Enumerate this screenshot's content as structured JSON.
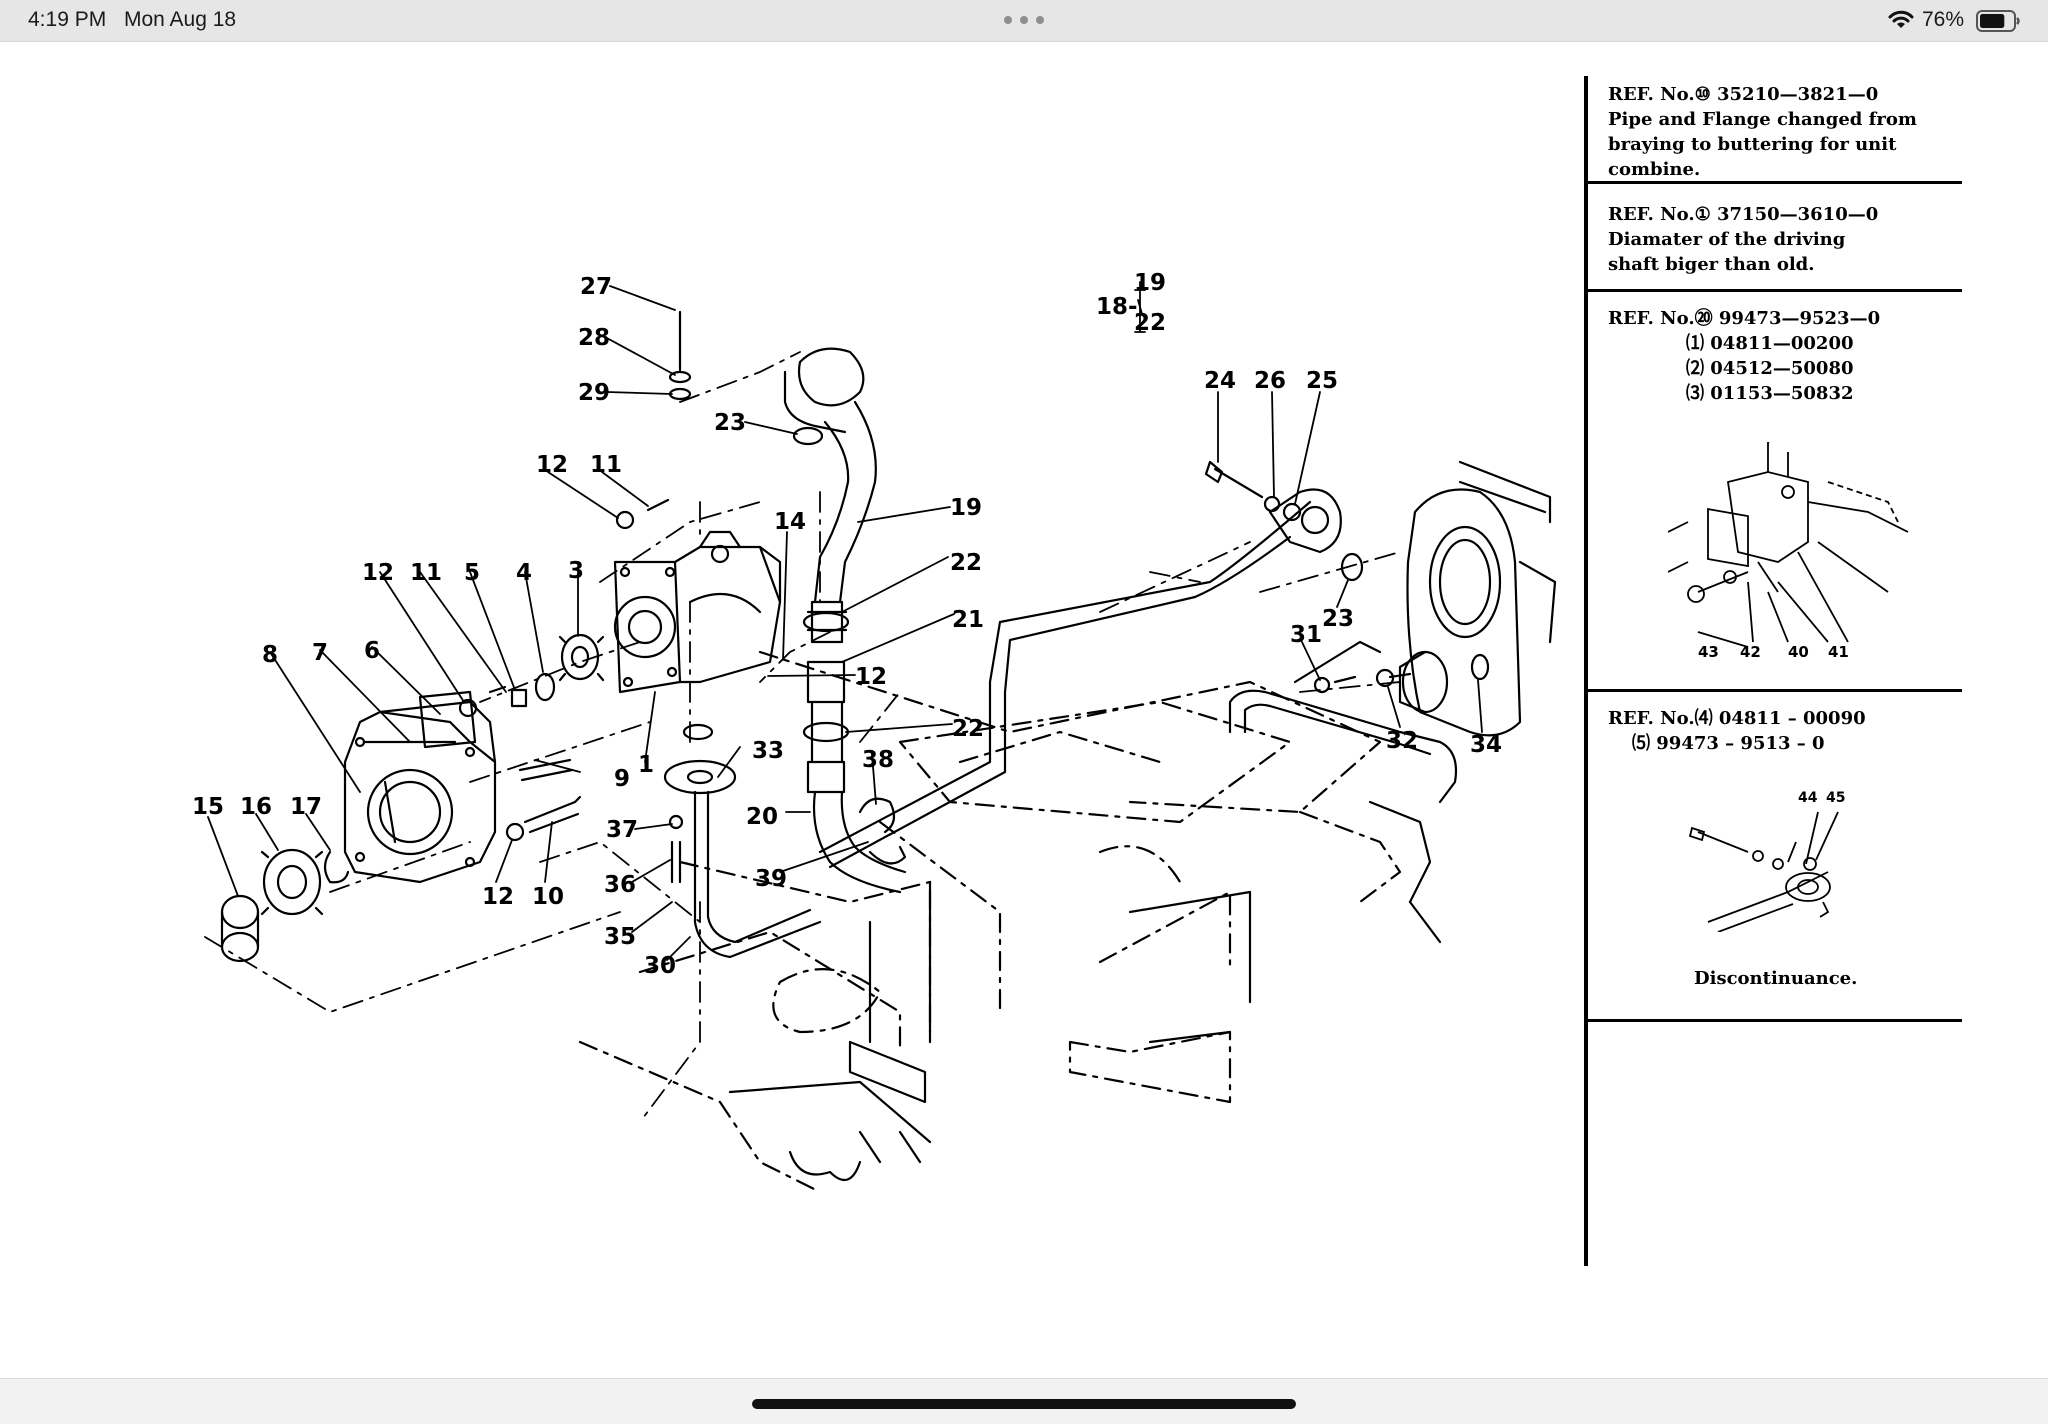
{
  "status_bar": {
    "time": "4:19 PM",
    "date": "Mon Aug 18",
    "battery_percent": "76%",
    "battery_level": 0.76
  },
  "drawing": {
    "callouts": [
      "27",
      "28",
      "29",
      "23",
      "12",
      "11",
      "14",
      "19",
      "22",
      "21",
      "12",
      "22",
      "33",
      "38",
      "20",
      "39",
      "37",
      "36",
      "35",
      "30",
      "12",
      "11",
      "5",
      "4",
      "3",
      "8",
      "7",
      "6",
      "9",
      "1",
      "15",
      "16",
      "17",
      "12",
      "10",
      "24",
      "26",
      "25",
      "23",
      "31",
      "32",
      "34",
      "18-",
      "19",
      "22"
    ]
  },
  "notes": {
    "note1": {
      "lines": [
        "REF. No.⑩ 35210—3821—0",
        "Pipe and Flange changed from",
        "braying to buttering for unit",
        "combine."
      ]
    },
    "note2": {
      "lines": [
        "REF. No.① 37150—3610—0",
        "Diamater of the driving",
        "shaft biger than old."
      ]
    },
    "note3": {
      "head": "REF. No.⑳ 99473—9523—0",
      "subs": [
        "⑴ 04811—00200",
        "⑵ 04512—50080",
        "⑶ 01153—50832"
      ],
      "fig_labels": [
        "43",
        "42",
        "40",
        "41"
      ]
    },
    "note4": {
      "head": "REF. No.⑷ 04811 – 00090",
      "sub": "⑸ 99473 – 9513 – 0",
      "fig_labels": [
        "44",
        "45"
      ],
      "caption": "Discontinuance."
    }
  }
}
